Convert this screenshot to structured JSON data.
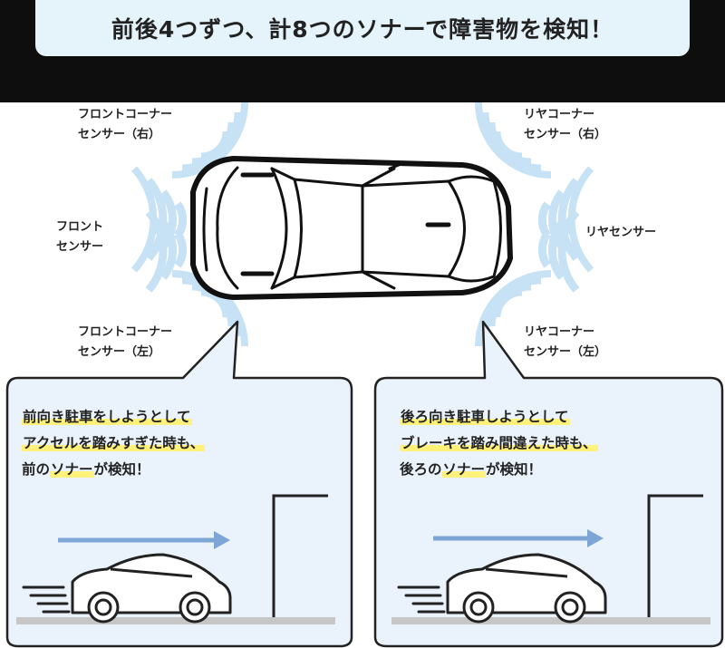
{
  "title": "前後4つずつ、計8つのソナーで障害物を検知！",
  "sensor_labels": {
    "front_corner_right": "フロントコーナー\nセンサー（右）",
    "front": "フロント\nセンサー",
    "front_corner_left": "フロントコーナー\nセンサー（左）",
    "rear_corner_right": "リヤコーナー\nセンサー（右）",
    "rear": "リヤセンサー",
    "rear_corner_left": "リヤコーナー\nセンサー（左）"
  },
  "panels": {
    "left": {
      "line1": "前向き駐車をしようとして",
      "line2": "アクセルを踏みすぎた時も、",
      "line3_pre": "前の",
      "line3_hl": "ソナー",
      "line3_post": "が検知！"
    },
    "right": {
      "line1": "後ろ向き駐車しようとして",
      "line2": "ブレーキを踏み間違えた時も、",
      "line3_pre": "後ろの",
      "line3_hl": "ソナー",
      "line3_post": "が検知！"
    }
  },
  "colors": {
    "header_band": "#0e0e0e",
    "title_bg": "#e5f3fb",
    "panel_bg": "#eaf3fc",
    "sonar": "#c6e2f4",
    "arrow": "#7da5d6",
    "ground": "#c6c6c6",
    "highlight": "#fff17a"
  }
}
